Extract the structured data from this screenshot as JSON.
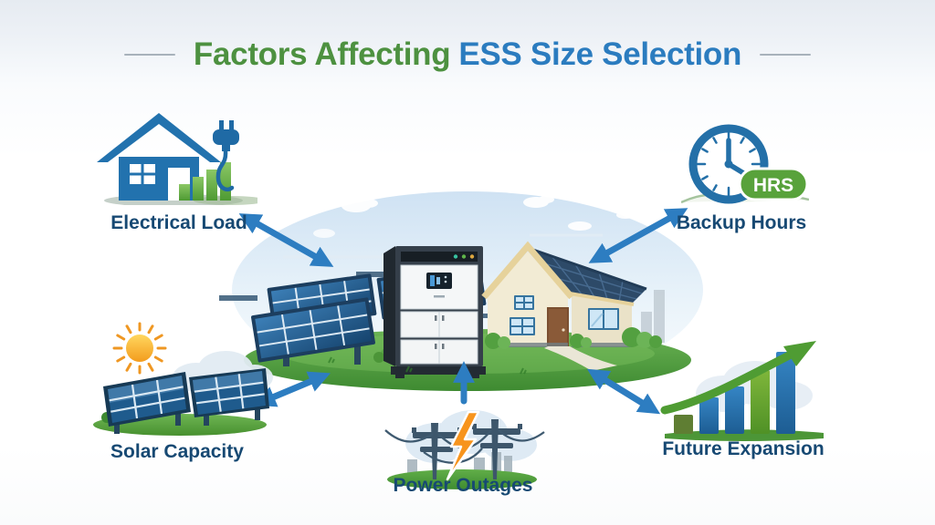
{
  "title": {
    "part1": "Factors Affecting",
    "part2": "ESS Size Selection"
  },
  "factors": [
    {
      "id": "electrical-load",
      "label": "Electrical Load"
    },
    {
      "id": "backup-hours",
      "label": "Backup Hours",
      "badge": "HRS"
    },
    {
      "id": "solar-capacity",
      "label": "Solar Capacity"
    },
    {
      "id": "power-outages",
      "label": "Power Outages"
    },
    {
      "id": "future-expansion",
      "label": "Future Expansion"
    }
  ],
  "icons": {
    "electrical-load": "house-plug-bars-icon",
    "backup-hours": "clock-hrs-icon",
    "solar-capacity": "sun-solar-panels-icon",
    "power-outages": "power-lines-lightning-icon",
    "future-expansion": "growth-bars-arrow-icon",
    "center": "solar-ess-house-scene"
  },
  "colors": {
    "title-green": "#4d9140",
    "title-blue": "#2b7cbf",
    "label-navy": "#174973",
    "arrow-blue": "#2d7dc1",
    "badge-green": "#58a23b",
    "bolt-orange": "#f7941d",
    "sun-orange": "#f5a11f"
  }
}
